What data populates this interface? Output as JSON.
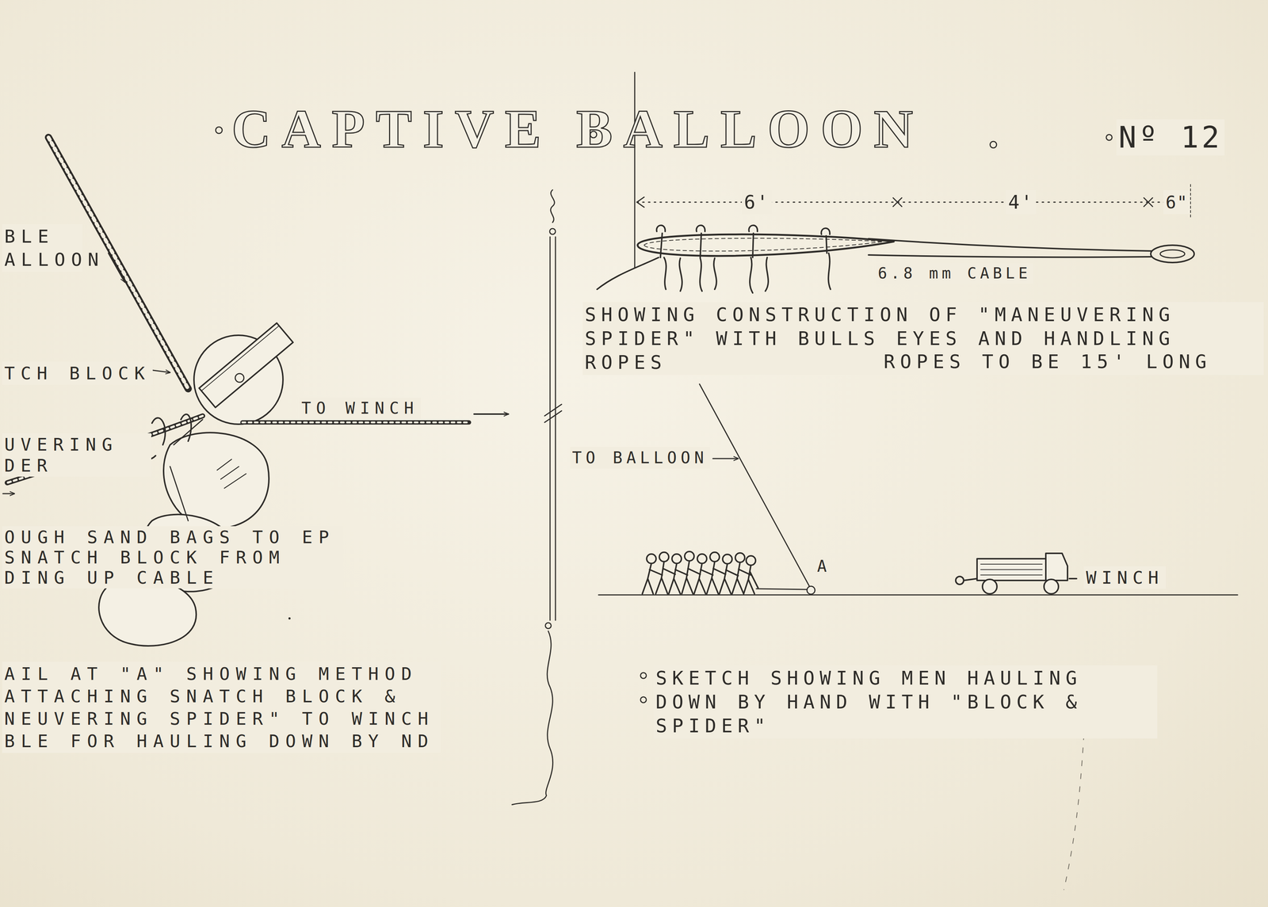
{
  "diagram": {
    "title": "CAPTIVE BALLOON",
    "labels": [
      "Nº 12",
      "BLE ALLOON",
      "TCH BLOCK",
      "TO WINCH",
      "UVERING DER",
      "OUGH SAND BAGS TO EP SNATCH BLOCK FROM DING UP CABLE",
      "AIL AT \"A\" SHOWING METHOD ATTACHING SNATCH BLOCK & NEUVERING SPIDER\" TO WINCH BLE FOR HAULING DOWN BY ND",
      "6'",
      "4'",
      "6\"",
      "6.8 mm CABLE",
      "SHOWING CONSTRUCTION OF \"MANEUVERING SPIDER\" WITH BULLS EYES AND HANDLING ROPES",
      "ROPES TO BE 15' LONG",
      "TO BALLOON",
      "A",
      "WINCH",
      "SKETCH SHOWING MEN HAULING DOWN BY HAND WITH \"BLOCK & SPIDER\""
    ]
  }
}
